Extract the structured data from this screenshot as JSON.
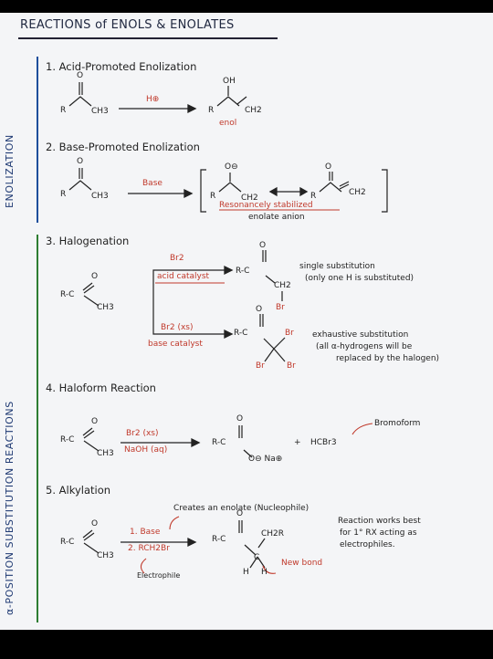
{
  "title": "REACTIONS of ENOLS & ENOLATES",
  "side_labels": {
    "enolization": "ENOLIZATION",
    "substitution": "α-POSITION SUBSTITUTION REACTIONS"
  },
  "sections": {
    "s1": {
      "heading": "1. Acid-Promoted Enolization",
      "reagent": "H⊕",
      "product_note": "enol",
      "labels": {
        "r1": "R",
        "ch3": "CH3",
        "o": "O",
        "r2": "R",
        "oh": "OH",
        "ch2": "CH2"
      }
    },
    "s2": {
      "heading": "2. Base-Promoted Enolization",
      "reagent": "Base",
      "note_line1": "Resonancely stabilized",
      "note_line2": "enolate anion",
      "labels": {
        "r1": "R",
        "ch3": "CH3",
        "o": "O",
        "r2": "R",
        "ominus": "O⊖",
        "ch2a": "CH2",
        "r3": "R",
        "o2": "O",
        "ch2b": "CH2"
      }
    },
    "s3": {
      "heading": "3. Halogenation",
      "top_reagent": "Br2",
      "top_condition": "acid catalyst",
      "bottom_reagent": "Br2 (xs)",
      "bottom_condition": "base catalyst",
      "top_note_line1": "single substitution",
      "top_note_line2": "(only one H is substituted)",
      "bottom_note_line1": "exhaustive substitution",
      "bottom_note_line2": "(all α-hydrogens will be",
      "bottom_note_line3": "replaced by the halogen)",
      "labels": {
        "r": "R-C",
        "ch3": "CH3",
        "o": "O",
        "rc1": "R-C",
        "ch2": "CH2",
        "br1": "Br",
        "rc2": "R-C",
        "br2": "Br",
        "br3": "Br",
        "br4": "Br"
      }
    },
    "s4": {
      "heading": "4. Haloform Reaction",
      "reagent": "Br2 (xs)",
      "condition": "NaOH (aq)",
      "plus": "+",
      "byproduct": "HCBr3",
      "note": "Bromoform",
      "labels": {
        "r": "R-C",
        "ch3": "CH3",
        "o": "O",
        "rc": "R-C",
        "o2": "O",
        "ona": "O⊖ Na⊕"
      }
    },
    "s5": {
      "heading": "5. Alkylation",
      "note_top": "Creates an enolate (Nucleophile)",
      "step1": "1. Base",
      "step2": "2. RCH2Br",
      "electrophile": "Electrophile",
      "new_bond": "New bond",
      "right_note_line1": "Reaction works best",
      "right_note_line2": "for 1° RX acting as",
      "right_note_line3": "electrophiles.",
      "labels": {
        "r": "R-C",
        "ch3": "CH3",
        "o": "O",
        "rc": "R-C",
        "ch2r": "CH2R",
        "c": "C",
        "h1": "H",
        "h2": "H",
        "o2": "O"
      }
    }
  },
  "colors": {
    "red": "#c0392b",
    "blue": "#1e4f9c",
    "green": "#2e7d32",
    "ink": "#222222"
  }
}
